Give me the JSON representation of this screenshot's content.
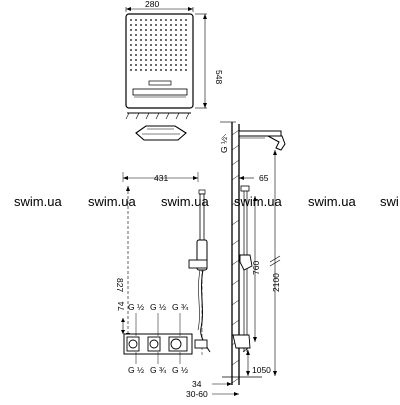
{
  "dimensions": {
    "head_width": "280",
    "head_height": "548",
    "outlet_size_top": "G ½",
    "offset_431": "431",
    "offset_65": "65",
    "height_827": "827",
    "height_760": "760",
    "height_2100": "2100",
    "height_1050": "1050",
    "valve_spacing_74": "74",
    "bottom_34": "34",
    "bottom_30_60": "30-60"
  },
  "valve_labels": {
    "top": [
      "G ½",
      "G ½",
      "G ¾"
    ],
    "bottom": [
      "G ½",
      "G ¾",
      "G ½"
    ]
  },
  "watermarks": [
    "swim.ua",
    "swim.ua",
    "swim.ua",
    "swim.ua",
    "swim.ua",
    "swi"
  ]
}
